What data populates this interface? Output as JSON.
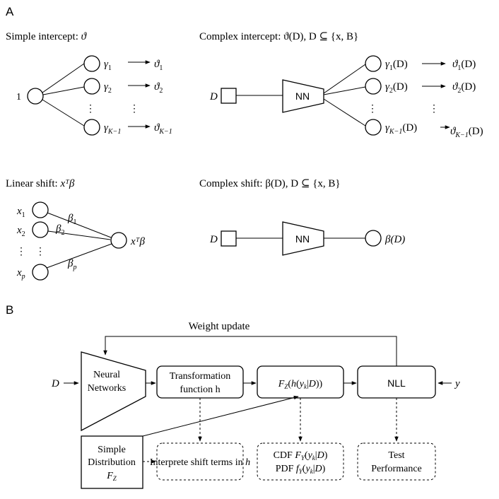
{
  "panel_a_label": "A",
  "panel_b_label": "B",
  "simple_intercept": {
    "title_prefix": "Simple intercept: ",
    "title_symbol": "ϑ",
    "input": "1",
    "dots": "⋮",
    "gammas": [
      "1",
      "2",
      "K−1"
    ],
    "thetas": [
      "1",
      "2",
      "K−1"
    ]
  },
  "complex_intercept": {
    "title_prefix": "Complex intercept: ",
    "title_formula": "ϑ(D),  D ⊆ {x, B}",
    "input": "D",
    "nn": "NN",
    "dots": "⋮",
    "gammas": [
      "1",
      "2",
      "K−1"
    ],
    "thetas": [
      "1",
      "2",
      "K−1"
    ],
    "arg": "(D)"
  },
  "linear_shift": {
    "title_prefix": "Linear shift: ",
    "title_formula": "xᵀβ",
    "inputs": [
      "1",
      "2",
      "p"
    ],
    "betas": [
      "1",
      "2",
      "p"
    ],
    "dots": "⋮",
    "output": "xᵀβ"
  },
  "complex_shift": {
    "title_prefix": "Complex shift: ",
    "title_formula": "β(D),  D ⊆ {x, B}",
    "input": "D",
    "nn": "NN",
    "output": "β(D)"
  },
  "panel_b": {
    "weight_update": "Weight update",
    "input_d": "D",
    "input_y": "y",
    "neural_networks": [
      "Neural",
      "Networks"
    ],
    "transformation": [
      "Transformation",
      "function h"
    ],
    "fz_box": "F_Z(h(y_k|D))",
    "nll": "NLL",
    "simple_distribution": [
      "Simple",
      "Distribution",
      "F_Z"
    ],
    "interpret": "Interprete shift terms in h",
    "cdf": "CDF F_Y(y_k|D)",
    "pdf": "PDF f_Y(y_k|D)",
    "test_performance": [
      "Test",
      "Performance"
    ]
  }
}
